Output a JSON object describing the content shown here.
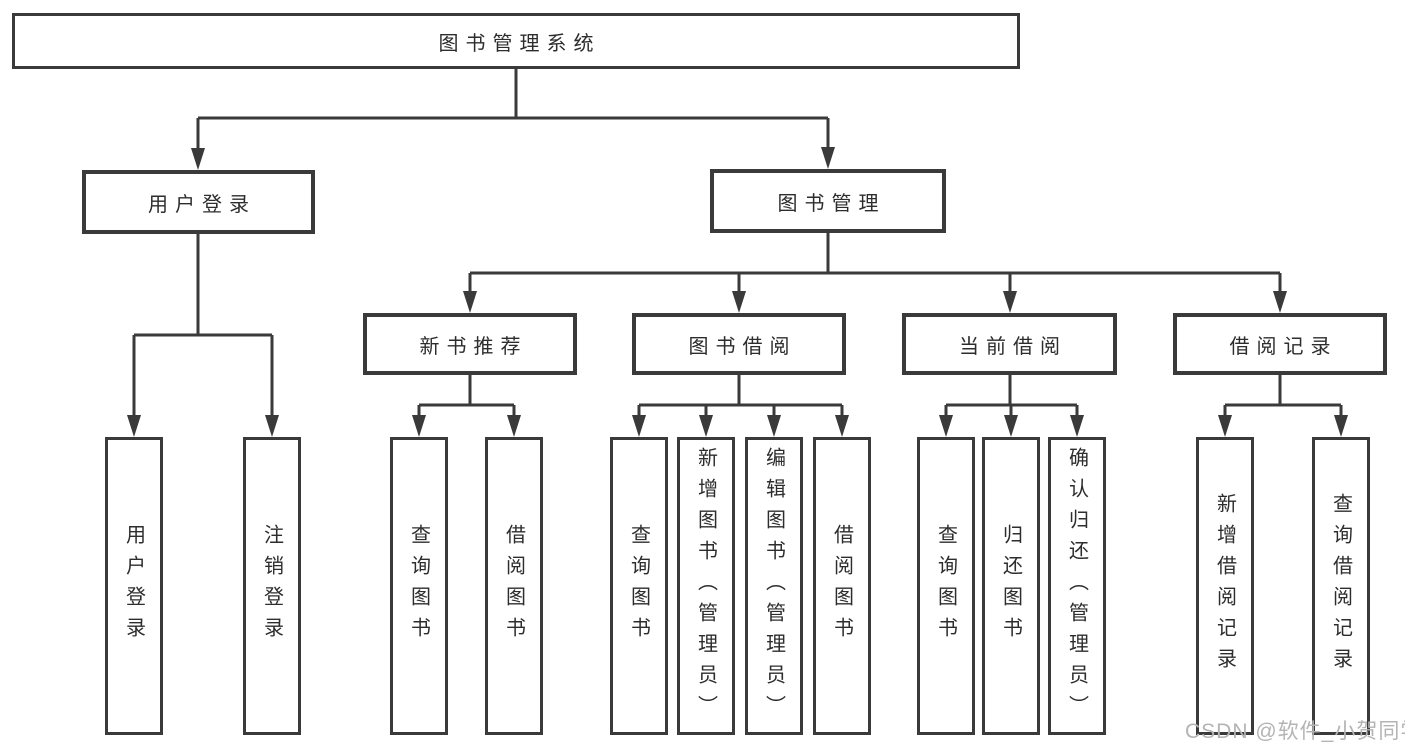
{
  "colors": {
    "line": "#3a3a3a",
    "text": "#2d2d2d",
    "box_background": "#ffffff",
    "watermark": "#b4b4b4"
  },
  "watermark": "CSDN @软件_小贺同学",
  "tree": {
    "root": "图书管理系统",
    "branches": [
      {
        "label": "用户登录",
        "children": [
          "用户登录",
          "注销登录"
        ]
      },
      {
        "label": "图书管理",
        "groups": [
          {
            "label": "新书推荐",
            "children": [
              "查询图书",
              "借阅图书"
            ]
          },
          {
            "label": "图书借阅",
            "children": [
              "查询图书",
              "新增图书（管理员）",
              "编辑图书（管理员）",
              "借阅图书"
            ]
          },
          {
            "label": "当前借阅",
            "children": [
              "查询图书",
              "归还图书",
              "确认归还（管理员）"
            ]
          },
          {
            "label": "借阅记录",
            "children": [
              "新增借阅记录",
              "查询借阅记录"
            ]
          }
        ]
      }
    ]
  }
}
